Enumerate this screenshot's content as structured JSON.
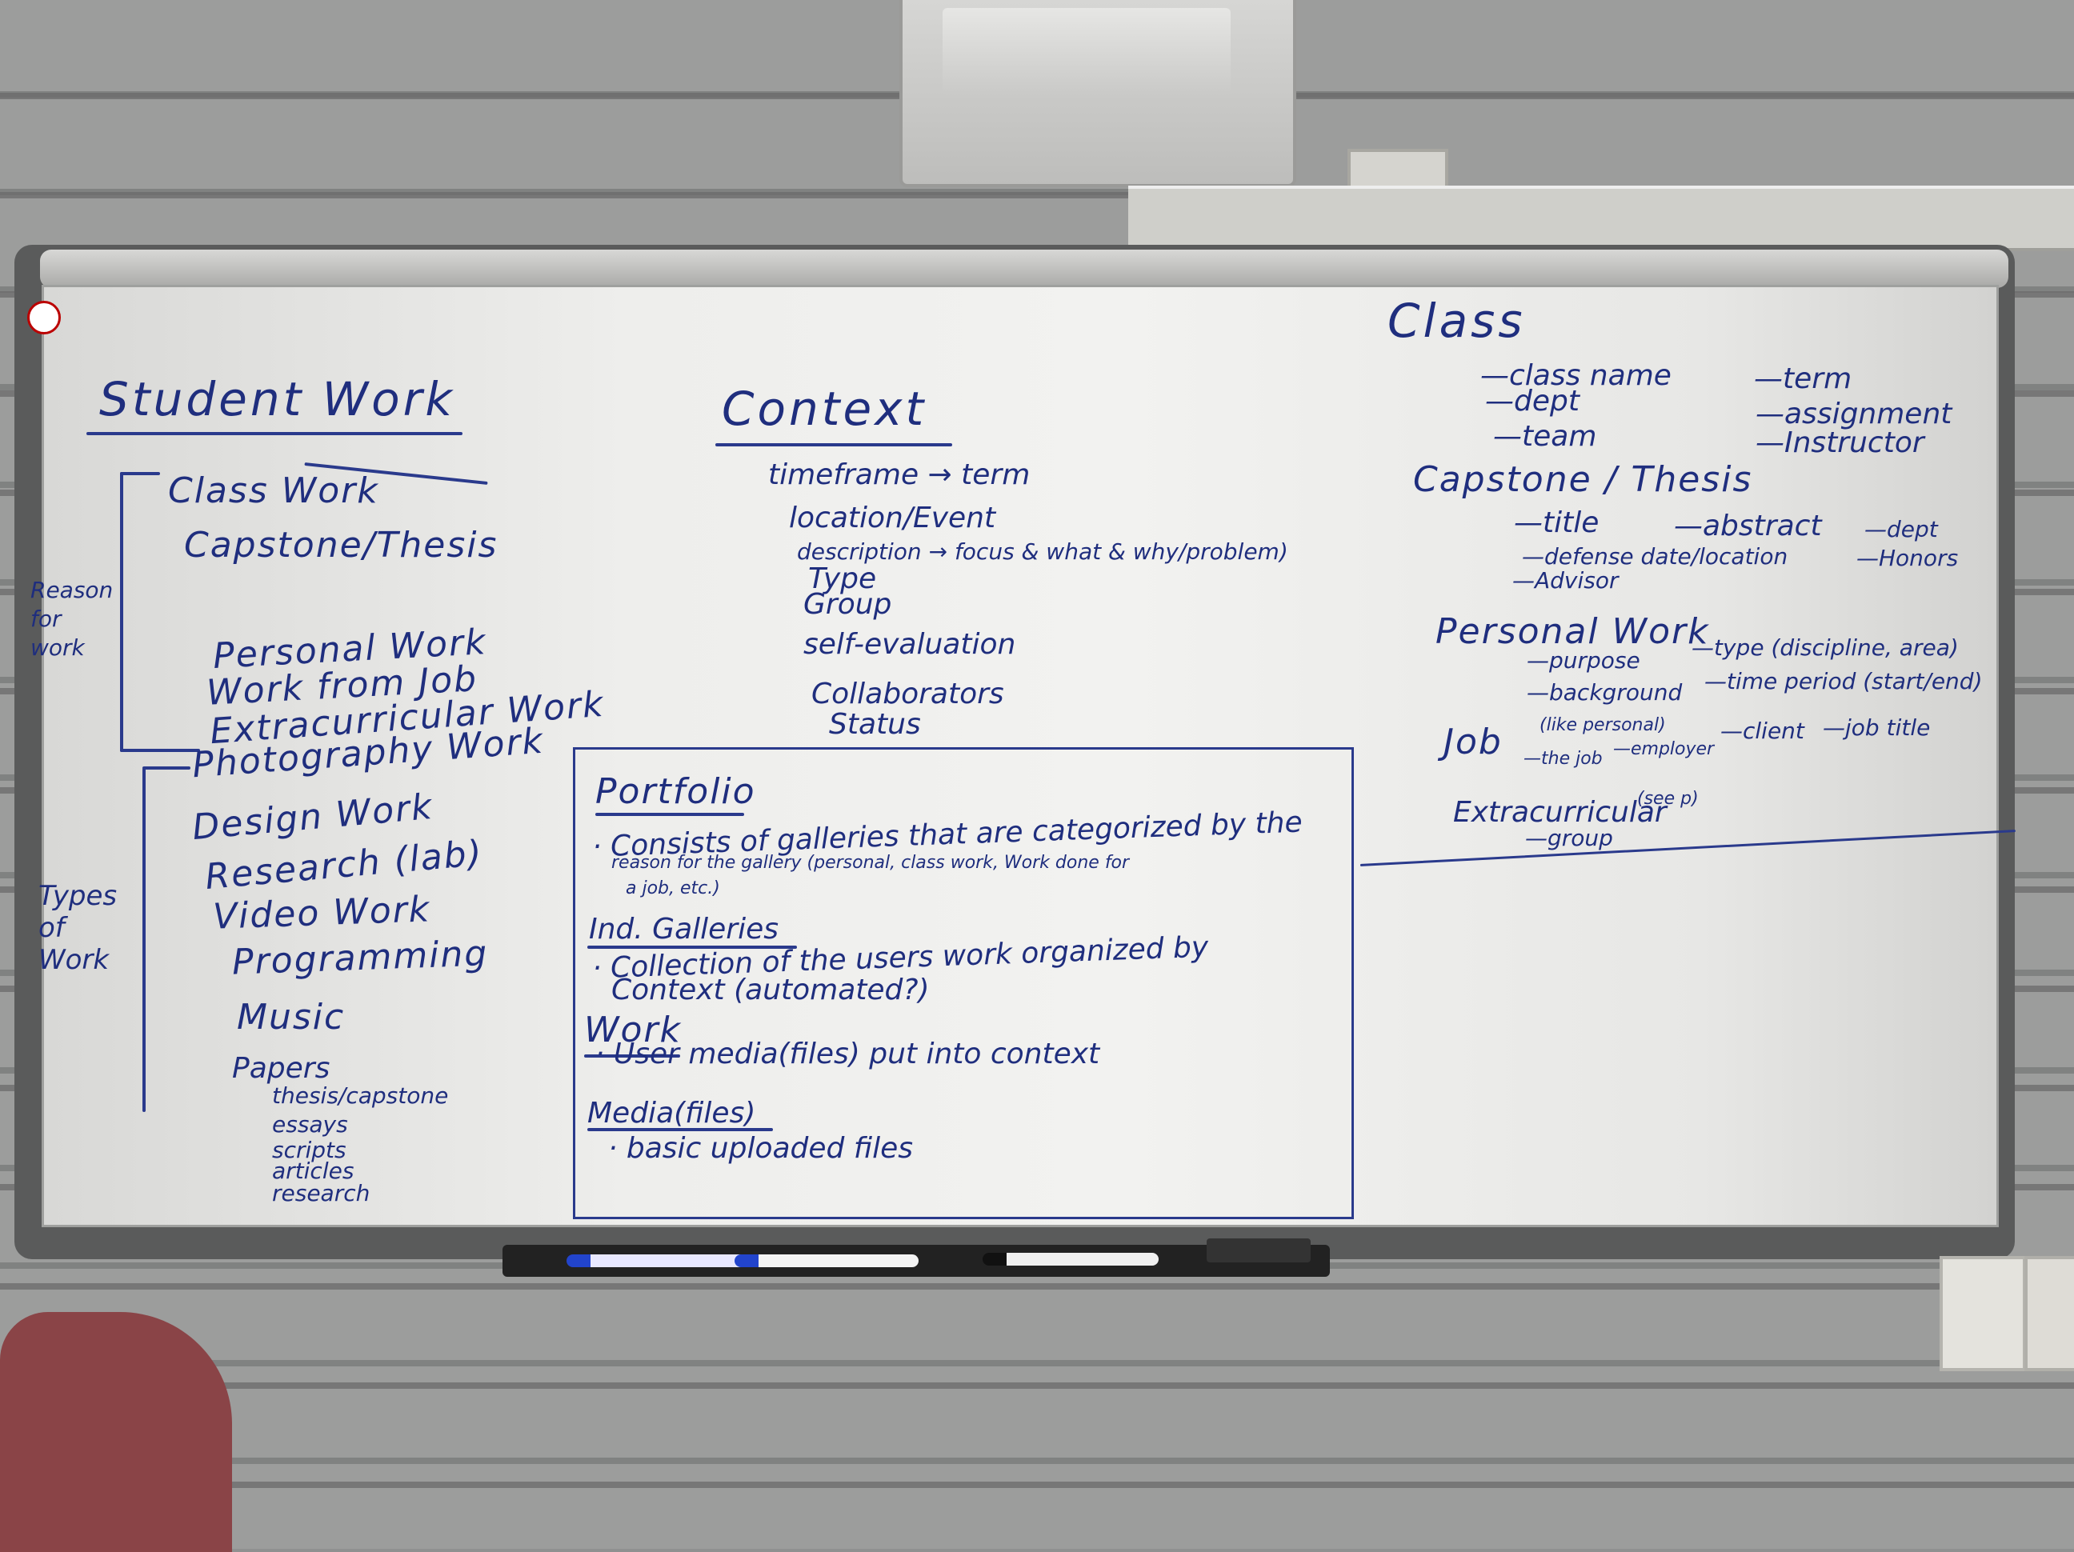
{
  "board": {
    "student_work": {
      "title": "Student Work",
      "bracket_label_1": "Reason for work",
      "bracket_label_2": "Types of Work",
      "reason_items": [
        "Class Work",
        "Capstone/Thesis",
        "Personal Work",
        "Work from Job",
        "Extracurricular Work"
      ],
      "type_items": [
        "Photography Work",
        "Design Work",
        "Research (lab)",
        "Video Work",
        "Programming",
        "Music",
        "Papers"
      ],
      "paper_items": [
        "thesis/capstone",
        "essays",
        "scripts",
        "articles",
        "research"
      ]
    },
    "context": {
      "title": "Context",
      "items": [
        "timeframe → term",
        "location/Event",
        "description → focus & what & why/problem)",
        "Type",
        "Group",
        "self-evaluation",
        "Collaborators",
        "Status"
      ]
    },
    "portfolio": {
      "title": "Portfolio",
      "line1": "· Consists of galleries that are categorized by the",
      "line2": "reason for the gallery (personal, class work, Work done for",
      "line3": "a job, etc.)",
      "ind_title": "Ind. Galleries",
      "ind_line1": "· Collection of the users work organized by",
      "ind_line2": "Context (automated?)",
      "work_title": "Work",
      "work_line": "· User media(files) put into context",
      "media_title": "Media(files)",
      "media_line": "· basic uploaded files"
    },
    "class": {
      "title": "Class",
      "left": [
        "—class name",
        "—dept",
        "—team"
      ],
      "right": [
        "—term",
        "—assignment",
        "—Instructor"
      ]
    },
    "capstone": {
      "title": "Capstone / Thesis",
      "items": [
        "—title",
        "—abstract",
        "—dept",
        "—defense date/location",
        "—Honors",
        "—Advisor"
      ]
    },
    "personal": {
      "title": "Personal Work",
      "items": [
        "—purpose",
        "—type (discipline, area)",
        "—background",
        "—time period (start/end)"
      ]
    },
    "job": {
      "title": "Job",
      "note": "(like personal)",
      "items": [
        "—the job",
        "—employer",
        "—client",
        "—job title"
      ]
    },
    "extracurricular": {
      "title": "Extracurricular",
      "note": "(see p)",
      "items": [
        "—group"
      ]
    }
  },
  "colors": {
    "ink": "#1f2e7e",
    "board": "#eeeeec",
    "wall": "#9c9d9c",
    "chair": "#8a4447"
  }
}
